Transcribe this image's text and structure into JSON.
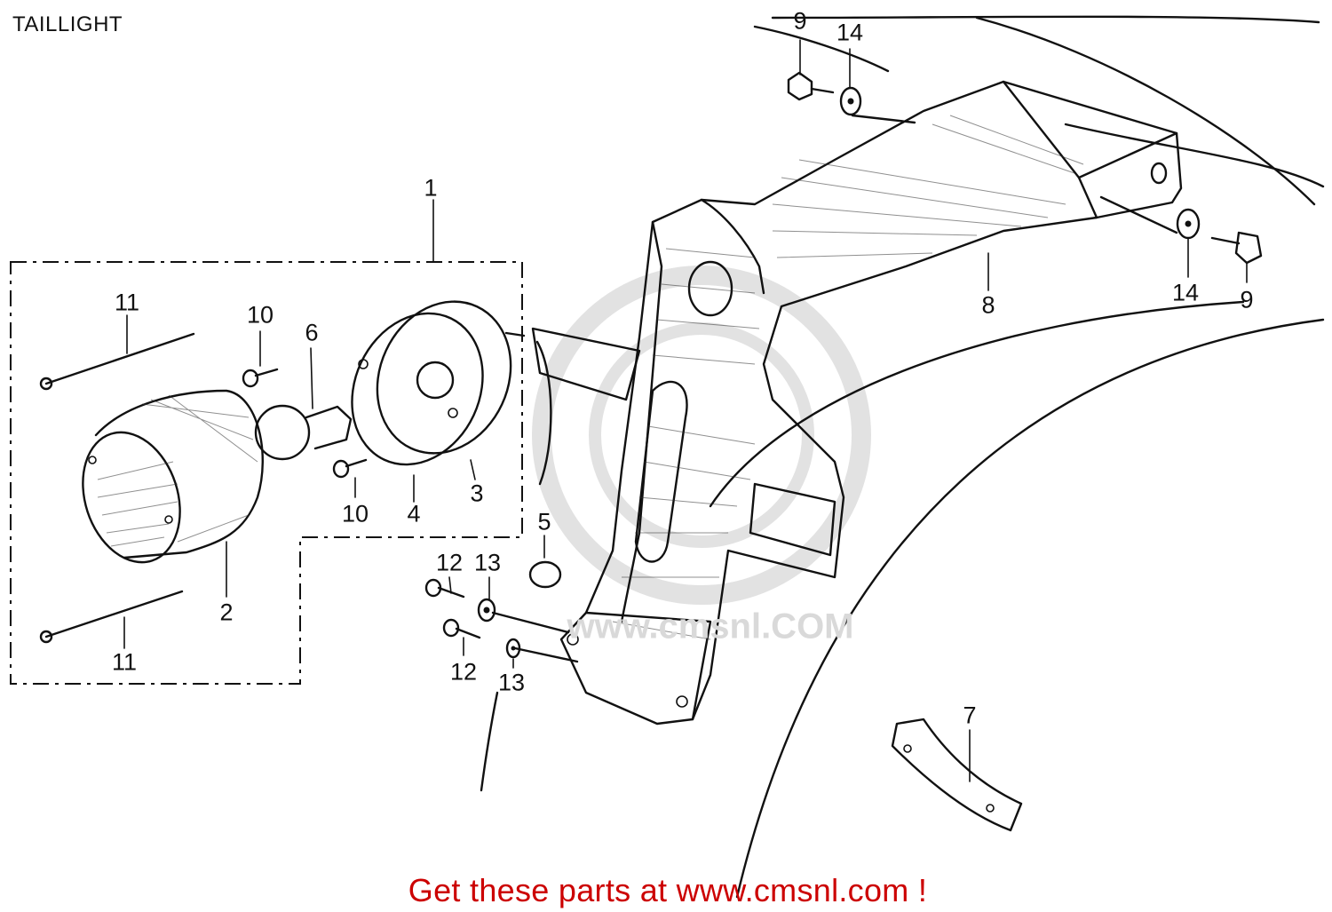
{
  "title": "TAILLIGHT",
  "promo": "Get these parts at www.cmsnl.com !",
  "watermark": "www.cmsnl.COM",
  "callouts": [
    {
      "id": "c1",
      "label": "1"
    },
    {
      "id": "c2",
      "label": "2"
    },
    {
      "id": "c3",
      "label": "3"
    },
    {
      "id": "c4",
      "label": "4"
    },
    {
      "id": "c5",
      "label": "5"
    },
    {
      "id": "c6",
      "label": "6"
    },
    {
      "id": "c7",
      "label": "7"
    },
    {
      "id": "c8",
      "label": "8"
    },
    {
      "id": "c9a",
      "label": "9"
    },
    {
      "id": "c9b",
      "label": "9"
    },
    {
      "id": "c10a",
      "label": "10"
    },
    {
      "id": "c10b",
      "label": "10"
    },
    {
      "id": "c11a",
      "label": "11"
    },
    {
      "id": "c11b",
      "label": "11"
    },
    {
      "id": "c12a",
      "label": "12"
    },
    {
      "id": "c12b",
      "label": "12"
    },
    {
      "id": "c13a",
      "label": "13"
    },
    {
      "id": "c13b",
      "label": "13"
    },
    {
      "id": "c14a",
      "label": "14"
    },
    {
      "id": "c14b",
      "label": "14"
    }
  ],
  "colors": {
    "promo": "#cc0000",
    "line": "#111111",
    "watermark": "#d9d9d9"
  }
}
